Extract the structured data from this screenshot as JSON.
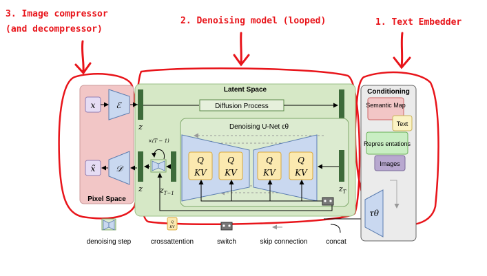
{
  "annotations": {
    "label1": "1. Text Embedder",
    "label2": "2. Denoising model (looped)",
    "label3_line1": "3. Image compressor",
    "label3_line2": "(and decompressor)"
  },
  "pixel_space": {
    "title": "Pixel Space",
    "x": "x",
    "encoder": "ℰ",
    "x_tilde": "x̃",
    "decoder": "𝒟"
  },
  "latent_space": {
    "title": "Latent Space",
    "diffusion_process": "Diffusion Process",
    "z": "z",
    "z_T": "z",
    "z_T_sub": "T",
    "z_bottom": "z",
    "z_T_minus_1": "z",
    "z_T_minus_1_sub": "T−1",
    "times_T_minus_1": "×(T − 1)",
    "unet_title": "Denoising U-Net ϵθ",
    "q": "Q",
    "kv": "KV"
  },
  "conditioning": {
    "title": "Conditioning",
    "semantic_map": "Semantic Map",
    "text": "Text",
    "representations": "Repres entations",
    "images": "Images",
    "tau": "τθ"
  },
  "legend": {
    "denoising_step": "denoising step",
    "crossattention": "crossattention",
    "switch": "switch",
    "skip_connection": "skip connection",
    "concat": "concat"
  },
  "colors": {
    "annotation_red": "#e8141a",
    "pixel_space_fill": "#f2c6c6",
    "latent_space_fill": "#d6e8c6",
    "block_dark_green": "#3d6b3a",
    "trapezoid_blue": "#c9d8f0",
    "qkv_yellow": "#fbe9b0",
    "conditioning_fill": "#ebebeb"
  }
}
